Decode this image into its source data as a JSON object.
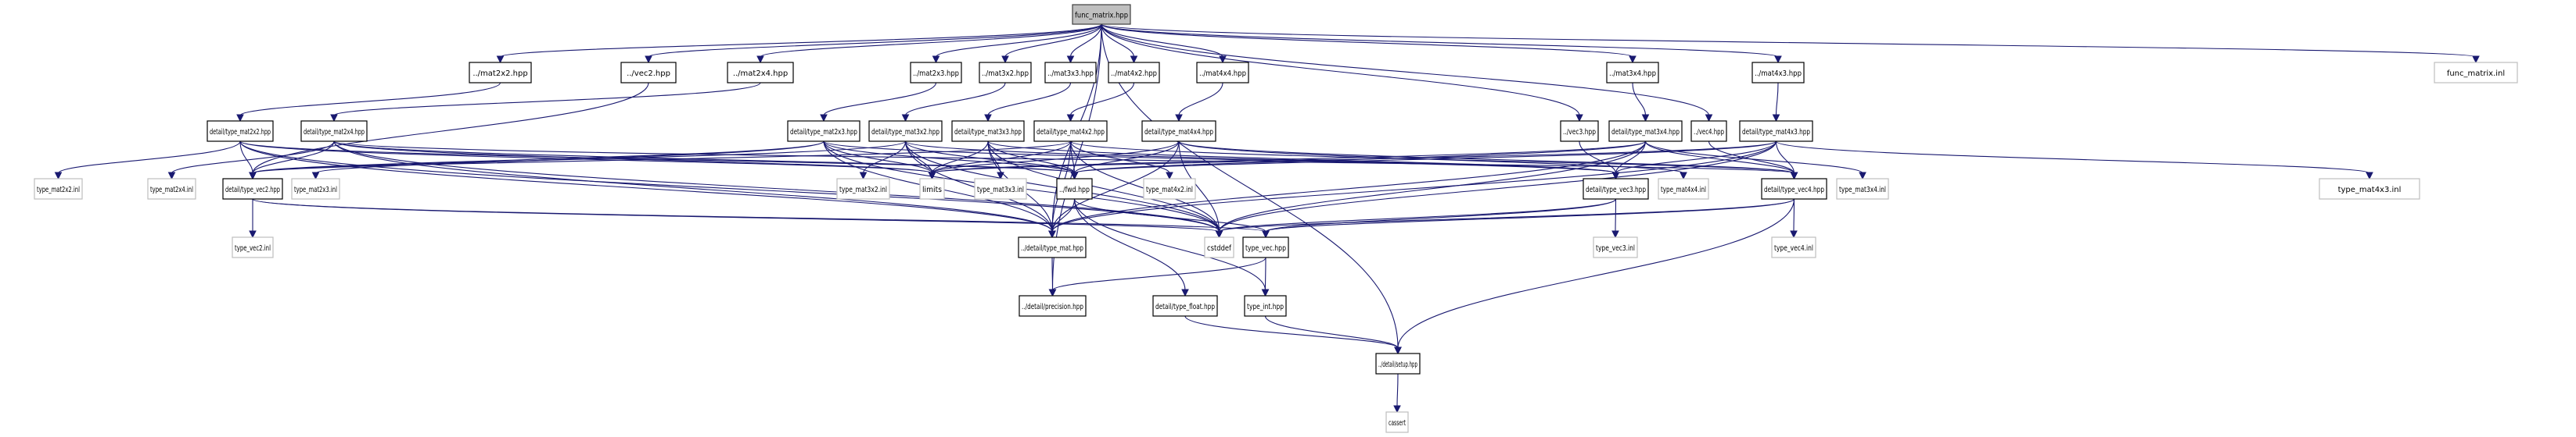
{
  "title": "func_matrix.hpp",
  "colors": {
    "edge": "#191970",
    "root_fill": "#bfbfbf",
    "node_border": "#000000",
    "external_border": "#bfbfbf"
  },
  "nodes": [
    {
      "id": "func_matrix_hpp",
      "label": "func_matrix.hpp",
      "kind": "root"
    },
    {
      "id": "mat2x2_hpp",
      "label": "../mat2x2.hpp",
      "kind": "file"
    },
    {
      "id": "vec2_hpp",
      "label": "../vec2.hpp",
      "kind": "file"
    },
    {
      "id": "mat2x4_hpp",
      "label": "../mat2x4.hpp",
      "kind": "file"
    },
    {
      "id": "mat2x3_hpp",
      "label": "../mat2x3.hpp",
      "kind": "file"
    },
    {
      "id": "mat3x2_hpp",
      "label": "../mat3x2.hpp",
      "kind": "file"
    },
    {
      "id": "mat3x3_hpp",
      "label": "../mat3x3.hpp",
      "kind": "file"
    },
    {
      "id": "mat4x2_hpp",
      "label": "../mat4x2.hpp",
      "kind": "file"
    },
    {
      "id": "mat4x4_hpp",
      "label": "../mat4x4.hpp",
      "kind": "file"
    },
    {
      "id": "mat3x4_hpp",
      "label": "../mat3x4.hpp",
      "kind": "file"
    },
    {
      "id": "mat4x3_hpp",
      "label": "../mat4x3.hpp",
      "kind": "file"
    },
    {
      "id": "func_matrix_inl",
      "label": "func_matrix.inl",
      "kind": "external"
    },
    {
      "id": "type_mat2x2_hpp",
      "label": "detail/type_mat2x2.hpp",
      "kind": "file"
    },
    {
      "id": "type_mat2x4_hpp",
      "label": "detail/type_mat2x4.hpp",
      "kind": "file"
    },
    {
      "id": "type_mat2x3_hpp",
      "label": "detail/type_mat2x3.hpp",
      "kind": "file"
    },
    {
      "id": "type_mat3x2_hpp",
      "label": "detail/type_mat3x2.hpp",
      "kind": "file"
    },
    {
      "id": "type_mat3x3_hpp",
      "label": "detail/type_mat3x3.hpp",
      "kind": "file"
    },
    {
      "id": "type_mat4x2_hpp",
      "label": "detail/type_mat4x2.hpp",
      "kind": "file"
    },
    {
      "id": "type_mat4x4_hpp",
      "label": "detail/type_mat4x4.hpp",
      "kind": "file"
    },
    {
      "id": "vec3_hpp",
      "label": "../vec3.hpp",
      "kind": "file"
    },
    {
      "id": "type_mat3x4_hpp",
      "label": "detail/type_mat3x4.hpp",
      "kind": "file"
    },
    {
      "id": "vec4_hpp",
      "label": "../vec4.hpp",
      "kind": "file"
    },
    {
      "id": "type_mat4x3_hpp",
      "label": "detail/type_mat4x3.hpp",
      "kind": "file"
    },
    {
      "id": "type_mat2x2_inl",
      "label": "type_mat2x2.inl",
      "kind": "external"
    },
    {
      "id": "type_mat2x4_inl",
      "label": "type_mat2x4.inl",
      "kind": "external"
    },
    {
      "id": "type_vec2_hpp",
      "label": "detail/type_vec2.hpp",
      "kind": "file"
    },
    {
      "id": "type_mat2x3_inl",
      "label": "type_mat2x3.inl",
      "kind": "external"
    },
    {
      "id": "type_mat3x2_inl",
      "label": "type_mat3x2.inl",
      "kind": "external"
    },
    {
      "id": "limits",
      "label": "limits",
      "kind": "external"
    },
    {
      "id": "type_mat3x3_inl",
      "label": "type_mat3x3.inl",
      "kind": "external"
    },
    {
      "id": "fwd_hpp",
      "label": "../fwd.hpp",
      "kind": "file"
    },
    {
      "id": "type_mat4x2_inl",
      "label": "type_mat4x2.inl",
      "kind": "external"
    },
    {
      "id": "type_vec3_hpp",
      "label": "detail/type_vec3.hpp",
      "kind": "file"
    },
    {
      "id": "type_mat4x4_inl",
      "label": "type_mat4x4.inl",
      "kind": "external"
    },
    {
      "id": "type_vec4_hpp",
      "label": "detail/type_vec4.hpp",
      "kind": "file"
    },
    {
      "id": "type_mat3x4_inl",
      "label": "type_mat3x4.inl",
      "kind": "external"
    },
    {
      "id": "type_mat4x3_inl",
      "label": "type_mat4x3.inl",
      "kind": "external"
    },
    {
      "id": "type_vec2_inl",
      "label": "type_vec2.inl",
      "kind": "external"
    },
    {
      "id": "type_mat_hpp",
      "label": "../detail/type_mat.hpp",
      "kind": "file"
    },
    {
      "id": "cstddef",
      "label": "cstddef",
      "kind": "external"
    },
    {
      "id": "type_vec_hpp",
      "label": "type_vec.hpp",
      "kind": "file"
    },
    {
      "id": "type_vec3_inl",
      "label": "type_vec3.inl",
      "kind": "external"
    },
    {
      "id": "type_vec4_inl",
      "label": "type_vec4.inl",
      "kind": "external"
    },
    {
      "id": "precision_hpp",
      "label": "../detail/precision.hpp",
      "kind": "file"
    },
    {
      "id": "type_float_hpp",
      "label": "detail/type_float.hpp",
      "kind": "file"
    },
    {
      "id": "type_int_hpp",
      "label": "type_int.hpp",
      "kind": "file"
    },
    {
      "id": "setup_hpp",
      "label": "../detail/setup.hpp",
      "kind": "file"
    },
    {
      "id": "cassert",
      "label": "cassert",
      "kind": "external"
    }
  ],
  "edges": [
    [
      "func_matrix_hpp",
      "mat2x2_hpp"
    ],
    [
      "func_matrix_hpp",
      "vec2_hpp"
    ],
    [
      "func_matrix_hpp",
      "mat2x4_hpp"
    ],
    [
      "func_matrix_hpp",
      "mat2x3_hpp"
    ],
    [
      "func_matrix_hpp",
      "mat3x2_hpp"
    ],
    [
      "func_matrix_hpp",
      "mat3x3_hpp"
    ],
    [
      "func_matrix_hpp",
      "mat4x2_hpp"
    ],
    [
      "func_matrix_hpp",
      "mat4x4_hpp"
    ],
    [
      "func_matrix_hpp",
      "vec3_hpp"
    ],
    [
      "func_matrix_hpp",
      "mat3x4_hpp"
    ],
    [
      "func_matrix_hpp",
      "vec4_hpp"
    ],
    [
      "func_matrix_hpp",
      "mat4x3_hpp"
    ],
    [
      "func_matrix_hpp",
      "func_matrix_inl"
    ],
    [
      "func_matrix_hpp",
      "type_mat_hpp"
    ],
    [
      "func_matrix_hpp",
      "precision_hpp"
    ],
    [
      "func_matrix_hpp",
      "setup_hpp"
    ],
    [
      "mat2x2_hpp",
      "type_mat2x2_hpp"
    ],
    [
      "vec2_hpp",
      "type_vec2_hpp"
    ],
    [
      "mat2x4_hpp",
      "type_mat2x4_hpp"
    ],
    [
      "mat2x3_hpp",
      "type_mat2x3_hpp"
    ],
    [
      "mat3x2_hpp",
      "type_mat3x2_hpp"
    ],
    [
      "mat3x3_hpp",
      "type_mat3x3_hpp"
    ],
    [
      "mat4x2_hpp",
      "type_mat4x2_hpp"
    ],
    [
      "mat4x4_hpp",
      "type_mat4x4_hpp"
    ],
    [
      "vec3_hpp",
      "type_vec3_hpp"
    ],
    [
      "mat3x4_hpp",
      "type_mat3x4_hpp"
    ],
    [
      "vec4_hpp",
      "type_vec4_hpp"
    ],
    [
      "mat4x3_hpp",
      "type_mat4x3_hpp"
    ],
    [
      "type_mat2x2_hpp",
      "type_mat2x2_inl"
    ],
    [
      "type_mat2x2_hpp",
      "type_vec2_hpp"
    ],
    [
      "type_mat2x2_hpp",
      "limits"
    ],
    [
      "type_mat2x2_hpp",
      "fwd_hpp"
    ],
    [
      "type_mat2x2_hpp",
      "type_mat_hpp"
    ],
    [
      "type_mat2x2_hpp",
      "cstddef"
    ],
    [
      "type_mat2x4_hpp",
      "type_mat2x4_inl"
    ],
    [
      "type_mat2x4_hpp",
      "type_vec2_hpp"
    ],
    [
      "type_mat2x4_hpp",
      "type_vec4_hpp"
    ],
    [
      "type_mat2x4_hpp",
      "limits"
    ],
    [
      "type_mat2x4_hpp",
      "fwd_hpp"
    ],
    [
      "type_mat2x4_hpp",
      "type_mat_hpp"
    ],
    [
      "type_mat2x4_hpp",
      "cstddef"
    ],
    [
      "type_mat2x3_hpp",
      "type_mat2x3_inl"
    ],
    [
      "type_mat2x3_hpp",
      "type_vec2_hpp"
    ],
    [
      "type_mat2x3_hpp",
      "type_vec3_hpp"
    ],
    [
      "type_mat2x3_hpp",
      "limits"
    ],
    [
      "type_mat2x3_hpp",
      "fwd_hpp"
    ],
    [
      "type_mat2x3_hpp",
      "type_mat_hpp"
    ],
    [
      "type_mat2x3_hpp",
      "cstddef"
    ],
    [
      "type_mat3x2_hpp",
      "type_mat3x2_inl"
    ],
    [
      "type_mat3x2_hpp",
      "type_vec2_hpp"
    ],
    [
      "type_mat3x2_hpp",
      "type_vec3_hpp"
    ],
    [
      "type_mat3x2_hpp",
      "limits"
    ],
    [
      "type_mat3x2_hpp",
      "fwd_hpp"
    ],
    [
      "type_mat3x2_hpp",
      "type_mat_hpp"
    ],
    [
      "type_mat3x2_hpp",
      "cstddef"
    ],
    [
      "type_mat3x3_hpp",
      "type_mat3x3_inl"
    ],
    [
      "type_mat3x3_hpp",
      "type_vec3_hpp"
    ],
    [
      "type_mat3x3_hpp",
      "limits"
    ],
    [
      "type_mat3x3_hpp",
      "fwd_hpp"
    ],
    [
      "type_mat3x3_hpp",
      "type_mat_hpp"
    ],
    [
      "type_mat3x3_hpp",
      "cstddef"
    ],
    [
      "type_mat4x2_hpp",
      "type_mat4x2_inl"
    ],
    [
      "type_mat4x2_hpp",
      "type_vec2_hpp"
    ],
    [
      "type_mat4x2_hpp",
      "type_vec4_hpp"
    ],
    [
      "type_mat4x2_hpp",
      "limits"
    ],
    [
      "type_mat4x2_hpp",
      "fwd_hpp"
    ],
    [
      "type_mat4x2_hpp",
      "type_mat_hpp"
    ],
    [
      "type_mat4x2_hpp",
      "cstddef"
    ],
    [
      "type_mat4x4_hpp",
      "type_mat4x4_inl"
    ],
    [
      "type_mat4x4_hpp",
      "type_vec4_hpp"
    ],
    [
      "type_mat4x4_hpp",
      "limits"
    ],
    [
      "type_mat4x4_hpp",
      "fwd_hpp"
    ],
    [
      "type_mat4x4_hpp",
      "type_mat_hpp"
    ],
    [
      "type_mat4x4_hpp",
      "cstddef"
    ],
    [
      "type_mat3x4_hpp",
      "type_mat3x4_inl"
    ],
    [
      "type_mat3x4_hpp",
      "type_vec3_hpp"
    ],
    [
      "type_mat3x4_hpp",
      "type_vec4_hpp"
    ],
    [
      "type_mat3x4_hpp",
      "limits"
    ],
    [
      "type_mat3x4_hpp",
      "fwd_hpp"
    ],
    [
      "type_mat3x4_hpp",
      "type_mat_hpp"
    ],
    [
      "type_mat3x4_hpp",
      "cstddef"
    ],
    [
      "type_mat4x3_hpp",
      "type_mat4x3_inl"
    ],
    [
      "type_mat4x3_hpp",
      "type_vec3_hpp"
    ],
    [
      "type_mat4x3_hpp",
      "type_vec4_hpp"
    ],
    [
      "type_mat4x3_hpp",
      "limits"
    ],
    [
      "type_mat4x3_hpp",
      "fwd_hpp"
    ],
    [
      "type_mat4x3_hpp",
      "type_mat_hpp"
    ],
    [
      "type_mat4x3_hpp",
      "cstddef"
    ],
    [
      "type_vec2_hpp",
      "type_vec2_inl"
    ],
    [
      "type_vec2_hpp",
      "type_vec_hpp"
    ],
    [
      "type_vec2_hpp",
      "cstddef"
    ],
    [
      "type_vec3_hpp",
      "type_vec3_inl"
    ],
    [
      "type_vec3_hpp",
      "type_vec_hpp"
    ],
    [
      "type_vec3_hpp",
      "cstddef"
    ],
    [
      "type_vec4_hpp",
      "type_vec4_inl"
    ],
    [
      "type_vec4_hpp",
      "type_vec_hpp"
    ],
    [
      "type_vec4_hpp",
      "cstddef"
    ],
    [
      "type_vec4_hpp",
      "setup_hpp"
    ],
    [
      "fwd_hpp",
      "type_int_hpp"
    ],
    [
      "fwd_hpp",
      "type_float_hpp"
    ],
    [
      "fwd_hpp",
      "type_vec_hpp"
    ],
    [
      "fwd_hpp",
      "type_mat_hpp"
    ],
    [
      "type_mat_hpp",
      "precision_hpp"
    ],
    [
      "type_vec_hpp",
      "precision_hpp"
    ],
    [
      "type_vec_hpp",
      "type_int_hpp"
    ],
    [
      "type_float_hpp",
      "setup_hpp"
    ],
    [
      "type_int_hpp",
      "setup_hpp"
    ],
    [
      "setup_hpp",
      "cassert"
    ]
  ]
}
